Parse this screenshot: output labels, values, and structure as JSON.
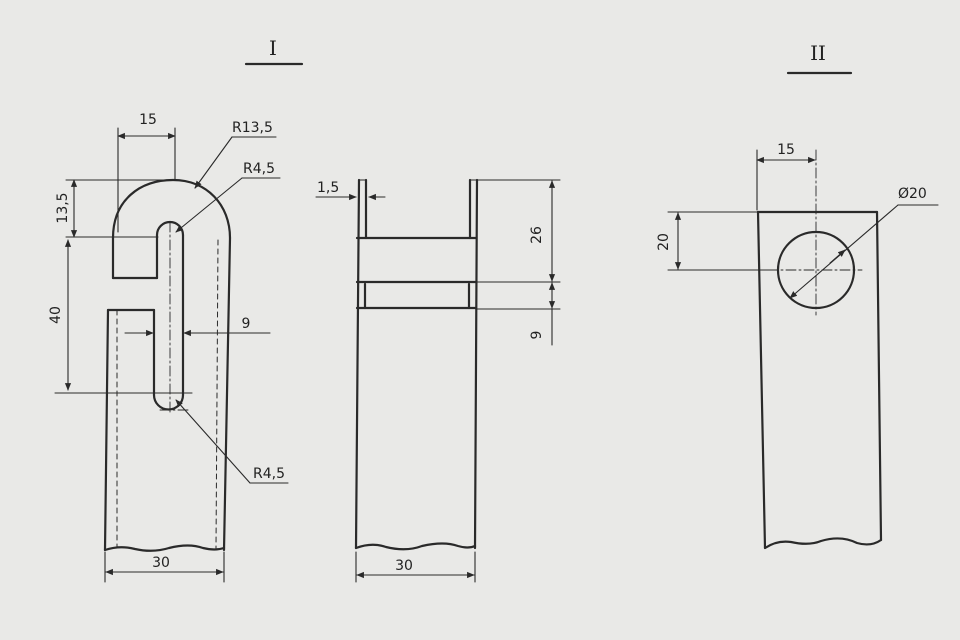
{
  "view1": {
    "title": "I",
    "dims": {
      "top_width": "15",
      "outer_radius": "R13,5",
      "inner_radius": "R4,5",
      "top_height": "13,5",
      "slot_length": "40",
      "slot_width": "9",
      "bottom_radius": "R4,5",
      "bottom_width": "30"
    }
  },
  "view_side": {
    "dims": {
      "thickness": "1,5",
      "gap_height": "26",
      "tab_height": "9",
      "bottom_width": "30"
    }
  },
  "view2": {
    "title": "II",
    "dims": {
      "top_offset": "15",
      "hole_diameter": "Ø20",
      "hole_height": "20"
    }
  },
  "colors": {
    "paper": "#e9e9e7",
    "ink": "#2a2a2a"
  }
}
